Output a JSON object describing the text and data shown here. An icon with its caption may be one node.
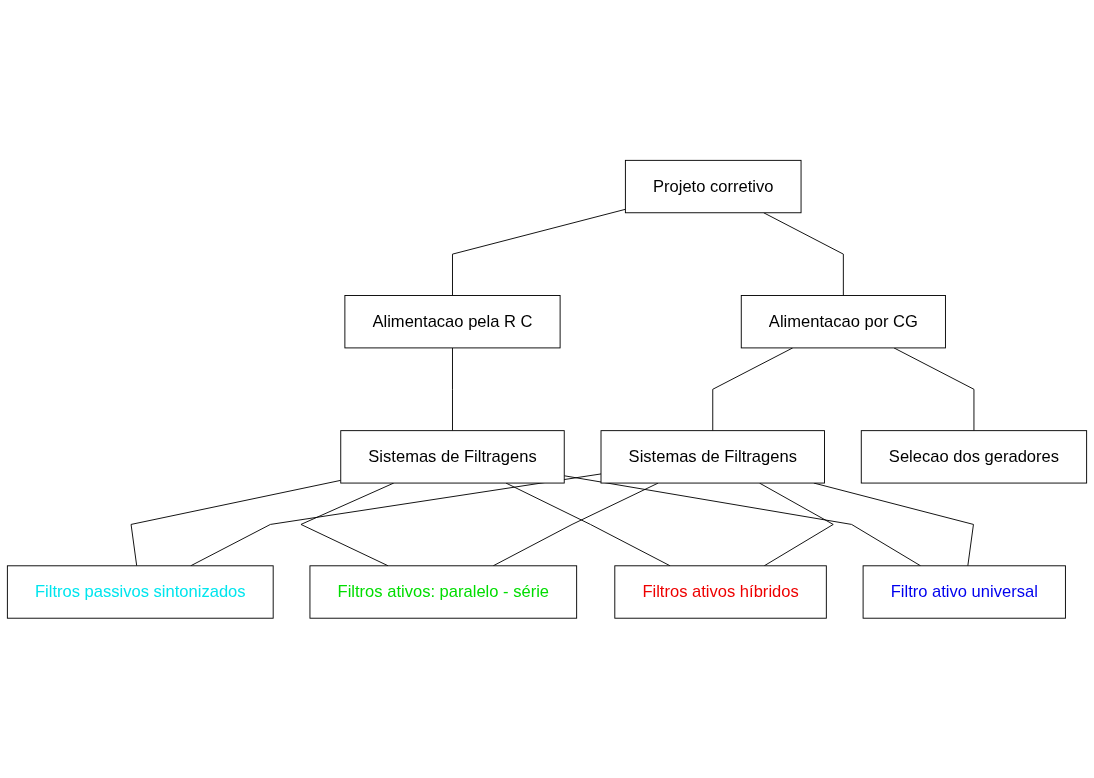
{
  "diagram": {
    "nodes": [
      {
        "text": [
          "Projeto corretivo"
        ]
      },
      {
        "text": [
          "Alimentacao pela R C"
        ]
      },
      {
        "text": [
          "Alimentacao por CG"
        ]
      },
      {
        "text": [
          "Sistemas de Filtragens"
        ]
      },
      {
        "text": [
          "Sistemas de Filtragens"
        ]
      },
      {
        "text": [
          "Selecao dos geradores"
        ]
      },
      {
        "text": [
          "Filtros passivos sintonizados"
        ]
      },
      {
        "text": [
          "Filtros ativos: paralelo - série"
        ]
      },
      {
        "text": [
          "Filtros ativos híbridos"
        ]
      },
      {
        "text": [
          "Filtro ativo universal"
        ]
      }
    ],
    "edges": [
      {
        "from": 0,
        "to": 1,
        "arrow": "none"
      },
      {
        "from": 0,
        "to": 2,
        "arrow": "none"
      },
      {
        "from": 1,
        "to": 3,
        "arrow": "none"
      },
      {
        "from": 2,
        "to": 4,
        "arrow": "none"
      },
      {
        "from": 2,
        "to": 5,
        "arrow": "none"
      },
      {
        "from": 3,
        "to": 6,
        "arrow": "none"
      },
      {
        "from": 3,
        "to": 7,
        "arrow": "none"
      },
      {
        "from": 3,
        "to": 8,
        "arrow": "none"
      },
      {
        "from": 3,
        "to": 9,
        "arrow": "none"
      },
      {
        "from": 4,
        "to": 6,
        "arrow": "none"
      },
      {
        "from": 4,
        "to": 7,
        "arrow": "none"
      },
      {
        "from": 4,
        "to": 8,
        "arrow": "none"
      },
      {
        "from": 4,
        "to": 9,
        "arrow": "none"
      }
    ]
  }
}
